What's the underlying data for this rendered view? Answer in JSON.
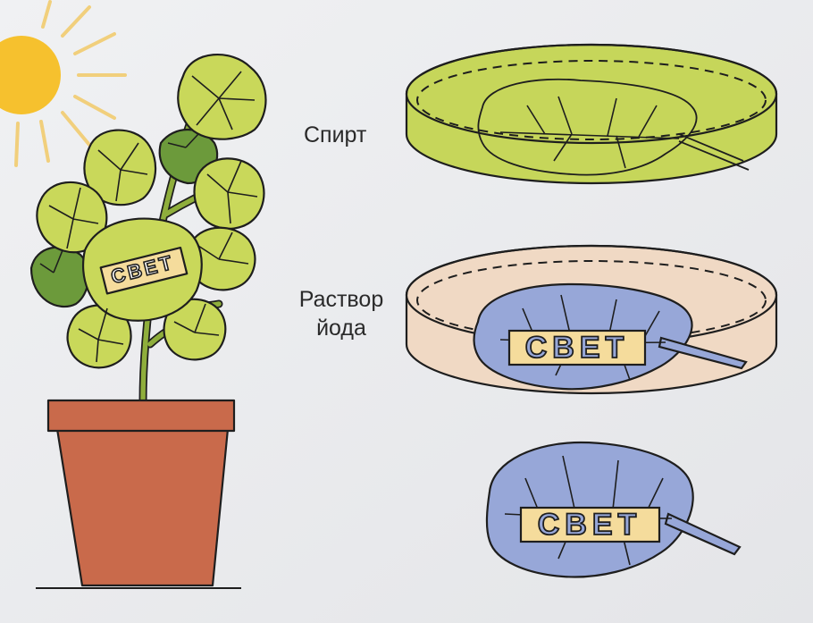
{
  "labels": {
    "alcohol": "Спирт",
    "iodine_line1": "Раствор",
    "iodine_line2": "йода"
  },
  "stencil_text": "СВЕТ",
  "colors": {
    "background": "#ecedef",
    "sun": "#f6c12e",
    "sun_rays": "#f1cf7c",
    "leaf_green_light": "#c9d85a",
    "leaf_green_dark": "#6c9a3b",
    "stem": "#8fae3c",
    "pot": "#c96a4b",
    "alcohol_liquid": "#c6d65a",
    "iodine_liquid": "#f0d9c4",
    "leaf_blue": "#97a7d8",
    "stencil_fill": "#f5dc9c",
    "outline": "#1e1e1e"
  },
  "icons": [
    "sun-icon",
    "geranium-plant-icon",
    "flower-pot-icon",
    "petri-dish-icon",
    "leaf-icon"
  ]
}
